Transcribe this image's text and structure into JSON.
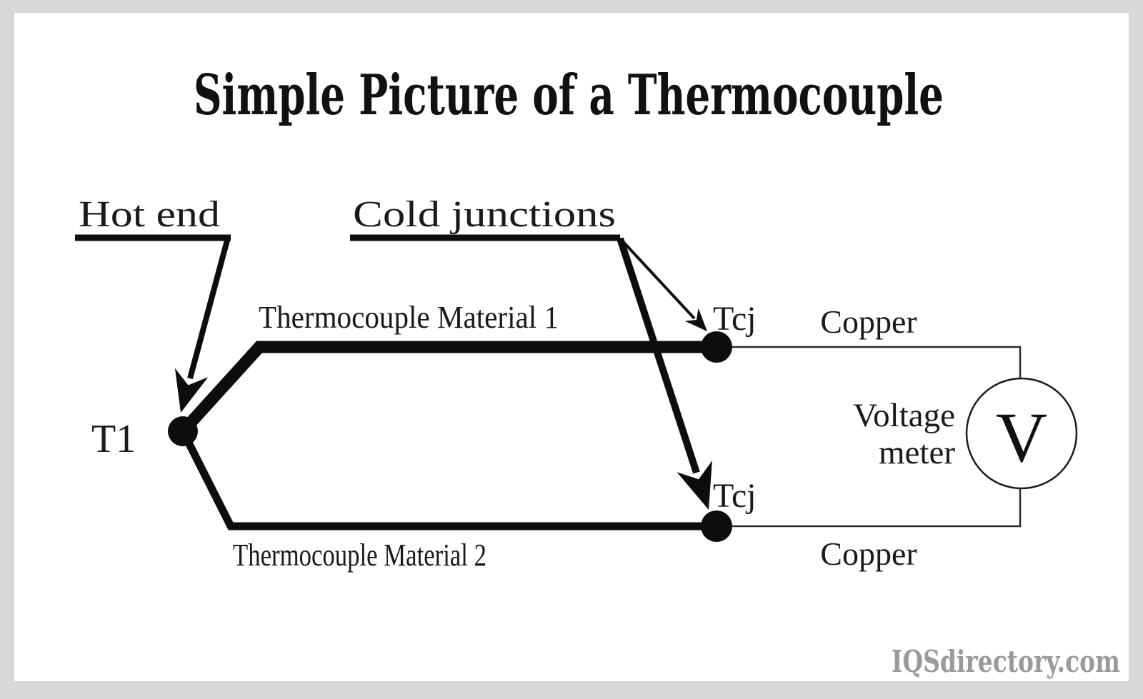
{
  "title": "Simple Picture of a Thermocouple",
  "diagram": {
    "callouts": {
      "hot_end": "Hot end",
      "cold_junctions": "Cold junctions"
    },
    "junctions": {
      "hot_label": "T1",
      "cold_upper_label": "Tcj",
      "cold_lower_label": "Tcj"
    },
    "wires": {
      "material1_label": "Thermocouple Material 1",
      "material2_label": "Thermocouple Material 2",
      "copper_top_label": "Copper",
      "copper_bottom_label": "Copper"
    },
    "meter": {
      "name_line1": "Voltage",
      "name_line2": "meter",
      "symbol": "V"
    }
  },
  "watermark": "IQSdirectory.com",
  "colors": {
    "line": "#0d0d0d",
    "frame_background": "#d8d8d8",
    "canvas": "#ffffff",
    "watermark": "#9a9a9a"
  }
}
